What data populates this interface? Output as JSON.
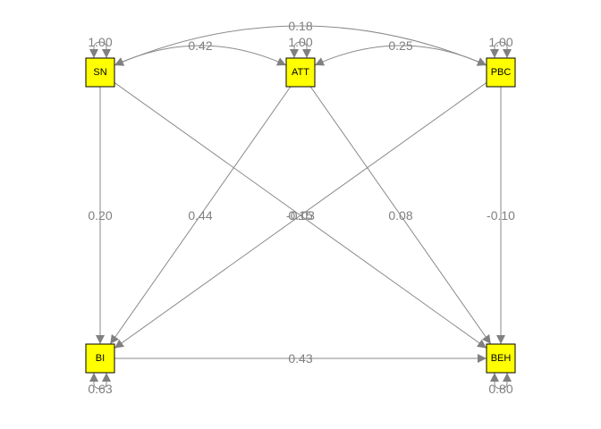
{
  "colors": {
    "node_fill": "#ffff00",
    "node_border": "#000000",
    "edge": "#8a8a8a",
    "label": "#808080"
  },
  "nodes": [
    {
      "id": "SN",
      "label": "SN"
    },
    {
      "id": "ATT",
      "label": "ATT"
    },
    {
      "id": "PBC",
      "label": "PBC"
    },
    {
      "id": "BI",
      "label": "BI"
    },
    {
      "id": "BEH",
      "label": "BEH"
    }
  ],
  "variances": [
    {
      "node": "SN",
      "label": "1.00"
    },
    {
      "node": "ATT",
      "label": "1.00"
    },
    {
      "node": "PBC",
      "label": "1.00"
    },
    {
      "node": "BI",
      "label": "0.63"
    },
    {
      "node": "BEH",
      "label": "0.80"
    }
  ],
  "covariances": [
    {
      "from": "SN",
      "to": "ATT",
      "label": "0.42"
    },
    {
      "from": "ATT",
      "to": "PBC",
      "label": "0.25"
    },
    {
      "from": "SN",
      "to": "PBC",
      "label": "0.18"
    }
  ],
  "paths": [
    {
      "from": "SN",
      "to": "BI",
      "label": "0.20"
    },
    {
      "from": "ATT",
      "to": "BI",
      "label": "0.44"
    },
    {
      "from": "PBC",
      "to": "BI",
      "label": "-0.03"
    },
    {
      "from": "SN",
      "to": "BEH",
      "label": "0.15"
    },
    {
      "from": "ATT",
      "to": "BEH",
      "label": "0.08"
    },
    {
      "from": "PBC",
      "to": "BEH",
      "label": "-0.10"
    },
    {
      "from": "BI",
      "to": "BEH",
      "label": "0.43"
    }
  ]
}
